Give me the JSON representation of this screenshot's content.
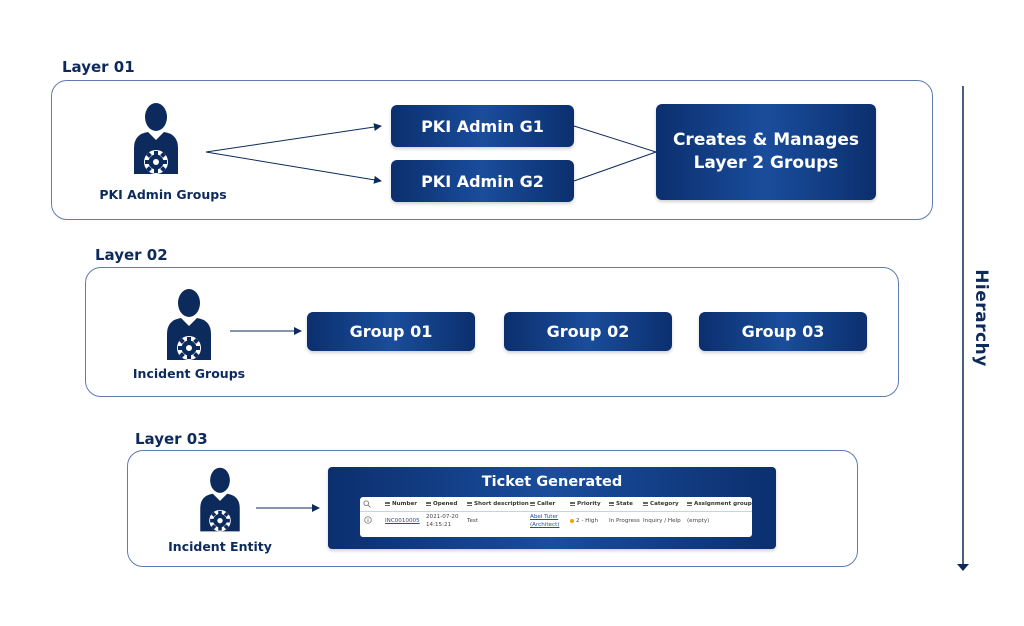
{
  "layers": [
    {
      "title": "Layer 01",
      "actor_label": "PKI Admin Groups",
      "groups": [
        "PKI Admin G1",
        "PKI Admin G2"
      ],
      "result": "Creates & Manages Layer 2 Groups"
    },
    {
      "title": "Layer 02",
      "actor_label": "Incident Groups",
      "groups": [
        "Group 01",
        "Group 02",
        "Group 03"
      ]
    },
    {
      "title": "Layer 03",
      "actor_label": "Incident Entity",
      "ticket": {
        "title": "Ticket Generated",
        "columns": [
          "Number",
          "Opened",
          "Short description",
          "Caller",
          "Priority",
          "State",
          "Category",
          "Assignment group"
        ],
        "row": {
          "number": "INC0010005",
          "opened_date": "2021-07-20",
          "opened_time": "14:15:21",
          "short_description": "Test",
          "caller_line1": "Abel Tuter",
          "caller_line2": "(Architect)",
          "priority": "2 - High",
          "state": "In Progress",
          "category": "Inquiry / Help",
          "assignment_group": "(empty)"
        }
      }
    }
  ],
  "hierarchy_label": "Hierarchy",
  "colors": {
    "primary": "#0d2a5c",
    "button_gradient_mid": "#1a4d9c",
    "border": "#5f7bb0",
    "priority_dot": "#f0a500"
  }
}
